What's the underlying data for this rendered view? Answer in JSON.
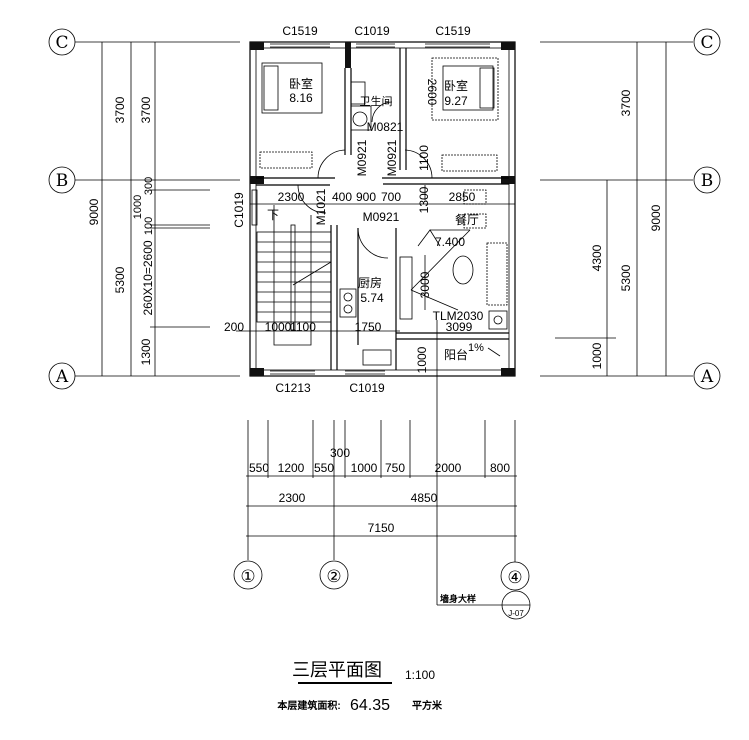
{
  "axes": {
    "rows": [
      "C",
      "B",
      "A"
    ],
    "cols": [
      "①",
      "②",
      "④"
    ]
  },
  "windows": {
    "top": [
      "C1519",
      "C1019",
      "C1519"
    ],
    "bottom": [
      "C1213",
      "C1019"
    ],
    "left": "C1019"
  },
  "rooms": {
    "bedroom_left": {
      "name": "卧室",
      "area": "8.16"
    },
    "bedroom_right": {
      "name": "卧室",
      "area": "9.27"
    },
    "bathroom": {
      "name": "卫生间"
    },
    "kitchen": {
      "name": "厨房",
      "area": "5.74"
    },
    "dining": {
      "name": "餐厅"
    },
    "balcony": {
      "name": "阳台",
      "slope": "1%"
    },
    "stair_down": "下"
  },
  "doors": {
    "bath": "M0821",
    "bed_left": "M0921",
    "bed_right": "M0921",
    "kitchen": "M0921",
    "stair": "M1021",
    "balcony": "TLM2030"
  },
  "level": "7.400",
  "inner_dims": {
    "upper": [
      "2300",
      "400",
      "900",
      "700",
      "1300",
      "2850"
    ],
    "lower": [
      "200",
      "1000",
      "1100",
      "1750"
    ],
    "v_2600": "2600",
    "v_1100": "1100",
    "v_3000": "3000",
    "v_1000": "1000",
    "v_3099": "3099"
  },
  "left_dims": [
    "9000",
    "3700",
    "3700",
    "5300",
    "300",
    "1000",
    "100",
    "260X10=2600",
    "1300"
  ],
  "right_dims": [
    "3700",
    "9000",
    "4300",
    "5300",
    "1000"
  ],
  "bottom_dims": {
    "row1": [
      "550",
      "1200",
      "550",
      "300",
      "1000",
      "750",
      "2000",
      "800"
    ],
    "row2": [
      "2300",
      "4850"
    ],
    "row3": "7150"
  },
  "detail": {
    "label": "墙身大样",
    "ref": "J-07"
  },
  "title": {
    "name": "三层平面图",
    "scale": "1:100",
    "area_label": "本层建筑面积:",
    "area_value": "64.35",
    "area_unit": "平方米"
  }
}
